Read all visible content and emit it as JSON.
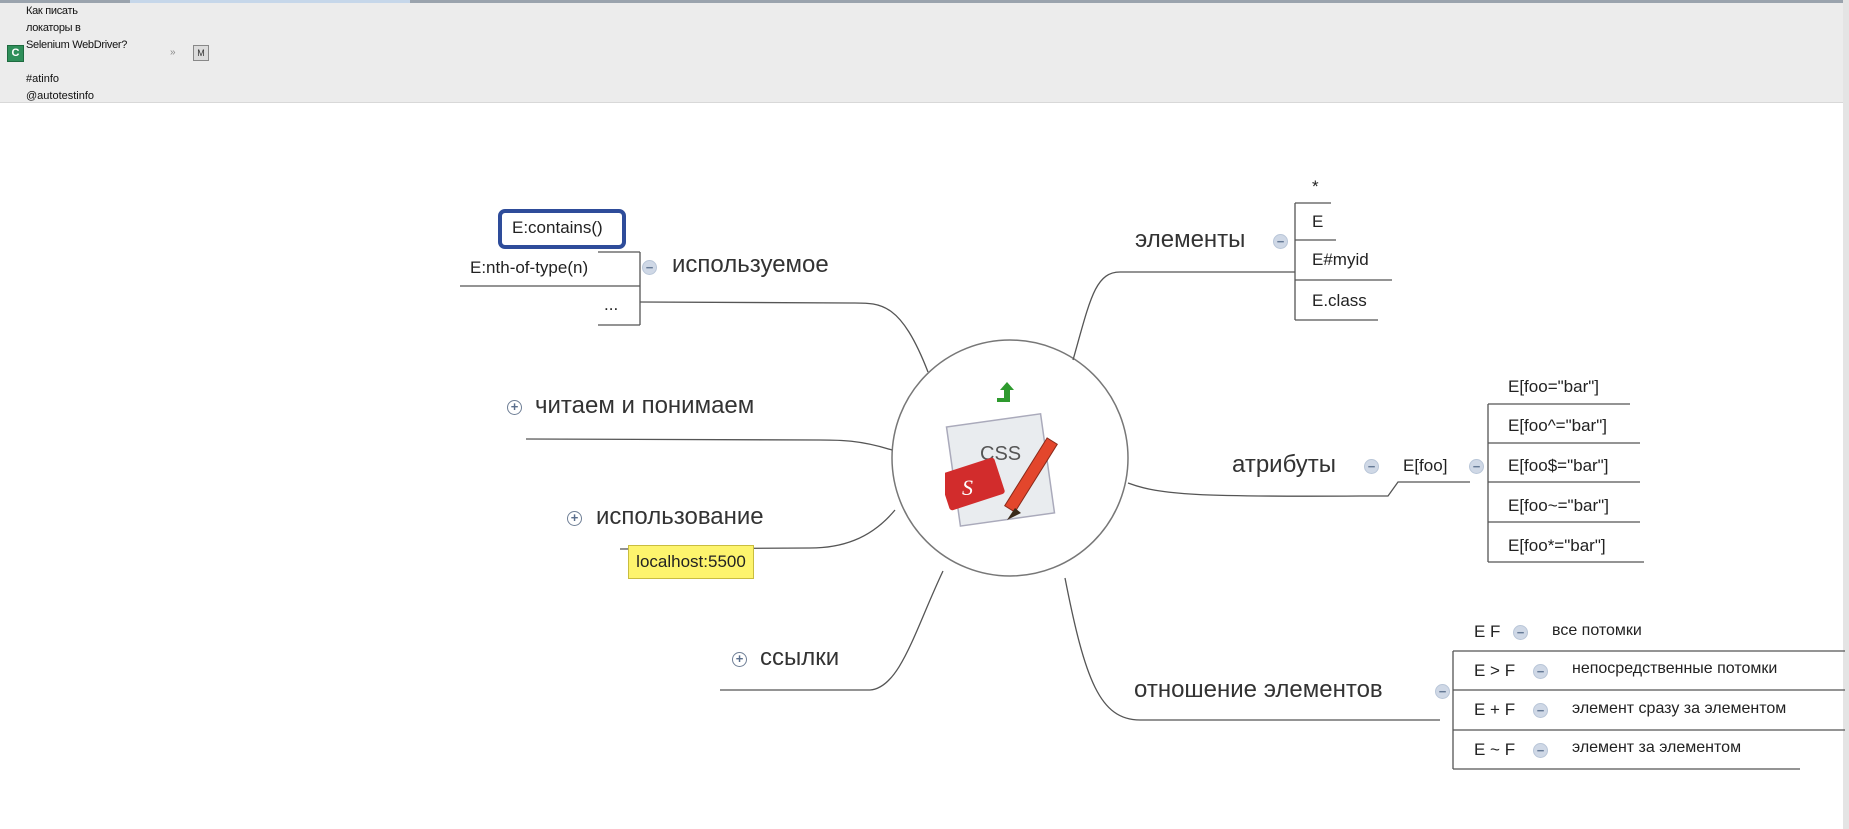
{
  "toolbar": {
    "app_icon": "C",
    "title_lines": [
      "Как писать",
      "локаторы в",
      "Selenium WebDriver?"
    ],
    "tag_lines": [
      "#atinfo",
      "@autotestinfo"
    ],
    "arrow_icon": "»",
    "mini_icon": "M"
  },
  "map": {
    "center": {
      "icon": "css-editor-icon",
      "icon_text": "CSS",
      "badge_text": "S"
    },
    "left": {
      "used": {
        "label": "используемое",
        "children": [
          "E:contains()",
          "E:nth-of-type(n)",
          "..."
        ]
      },
      "read": {
        "label": "читаем и понимаем"
      },
      "usage": {
        "label": "использование",
        "note": "localhost:5500"
      },
      "links": {
        "label": "ссылки"
      }
    },
    "right": {
      "elements": {
        "label": "элементы",
        "children": [
          "*",
          "E",
          "E#myid",
          "E.class"
        ]
      },
      "attributes": {
        "label": "атрибуты",
        "child": "E[foo]",
        "grandchildren": [
          "E[foo=\"bar\"]",
          "E[foo^=\"bar\"]",
          "E[foo$=\"bar\"]",
          "E[foo~=\"bar\"]",
          "E[foo*=\"bar\"]"
        ]
      },
      "relations": {
        "label": "отношение элементов",
        "children": [
          {
            "selector": "E F",
            "desc": "все потомки"
          },
          {
            "selector": "E > F",
            "desc": "непосредственные потомки"
          },
          {
            "selector": "E + F",
            "desc": "элемент сразу за элементом"
          },
          {
            "selector": "E ~ F",
            "desc": "элемент за элементом"
          }
        ]
      }
    }
  },
  "colors": {
    "selection_border": "#2e4c9a",
    "note_background": "#fdf46d",
    "connector": "#555555",
    "toggle_fill": "#cfd8e6"
  }
}
